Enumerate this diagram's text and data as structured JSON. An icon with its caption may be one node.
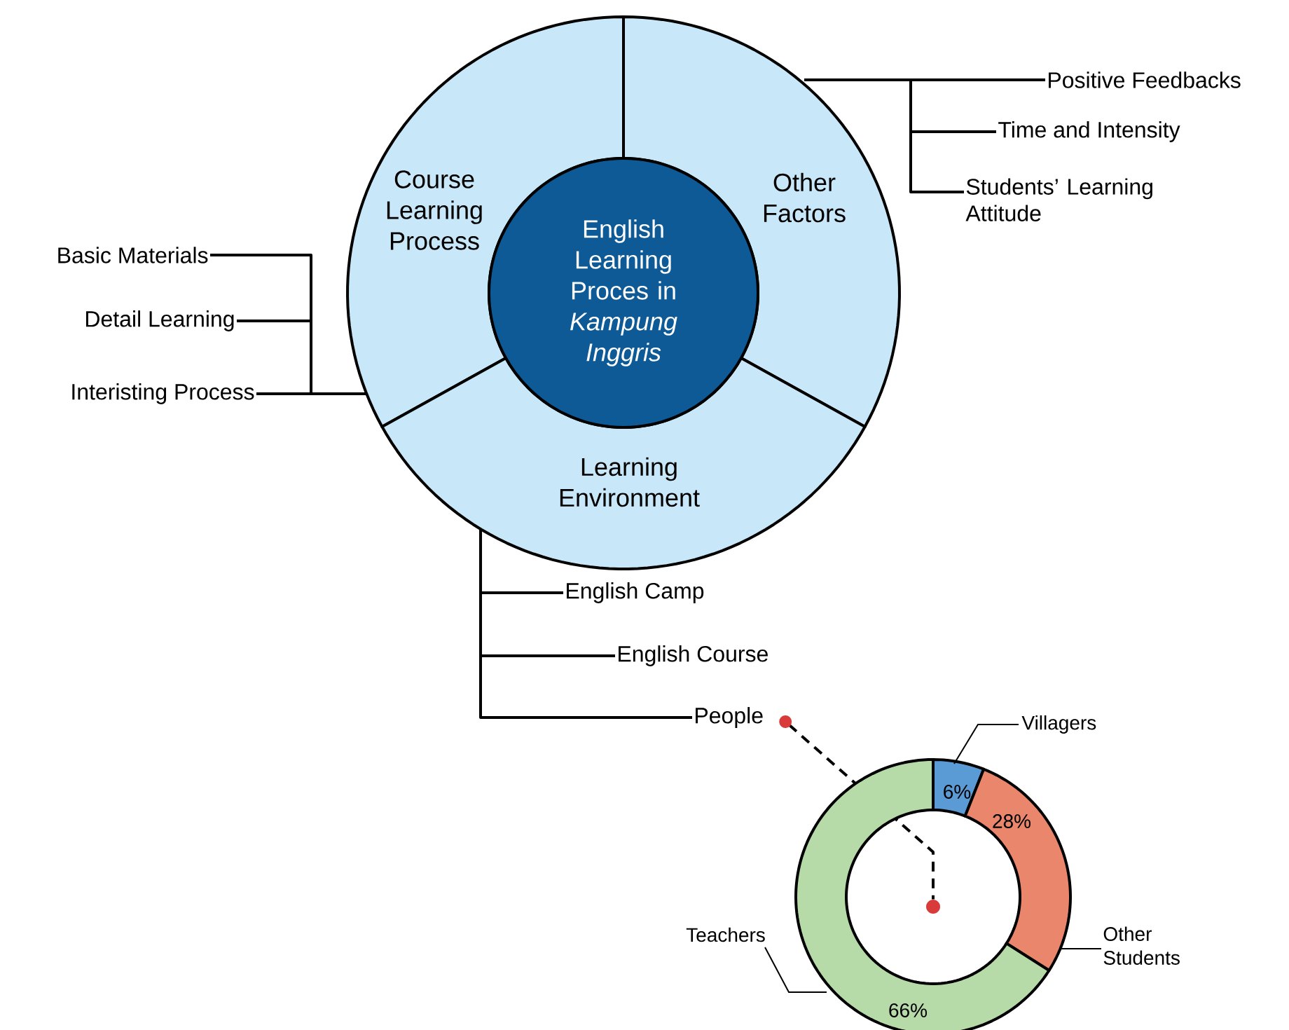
{
  "diagram": {
    "nodes": [
      {
        "text": [
          "English Learning Proces in *Kampung Inggris*"
        ]
      },
      {
        "text": [
          "Course Learning Process"
        ]
      },
      {
        "text": [
          "Other Factors"
        ]
      },
      {
        "text": [
          "Learning Environment"
        ]
      },
      {
        "text": [
          "Basic Materials"
        ]
      },
      {
        "text": [
          "Detail Learning"
        ]
      },
      {
        "text": [
          "Interisting Process"
        ]
      },
      {
        "text": [
          "Positive Feedbacks"
        ]
      },
      {
        "text": [
          "Time and Intensity"
        ]
      },
      {
        "text": [
          "Students’ Learning Attitude"
        ]
      },
      {
        "text": [
          "English Camp"
        ]
      },
      {
        "text": [
          "English Course"
        ]
      },
      {
        "text": [
          "People"
        ]
      },
      {
        "text": [],
        "shape": "circle"
      }
    ],
    "edges": [
      {
        "from": 1,
        "to": 4,
        "arrow": "none"
      },
      {
        "from": 1,
        "to": 5,
        "arrow": "none"
      },
      {
        "from": 1,
        "to": 6,
        "arrow": "none"
      },
      {
        "from": 2,
        "to": 7,
        "arrow": "none"
      },
      {
        "from": 2,
        "to": 8,
        "arrow": "none"
      },
      {
        "from": 2,
        "to": 9,
        "arrow": "none"
      },
      {
        "from": 3,
        "to": 10,
        "arrow": "none"
      },
      {
        "from": 3,
        "to": 11,
        "arrow": "none"
      },
      {
        "from": 3,
        "to": 12,
        "arrow": "none"
      },
      {
        "from": 12,
        "to": 13,
        "arrow": "other",
        "style": "dashed"
      }
    ],
    "chart_data": {
      "type": "donut",
      "categories": [
        "Villagers",
        "Other Students",
        "Teachers"
      ],
      "series": [
        {
          "values": [
            6,
            28,
            66
          ]
        }
      ],
      "value_labels": [
        "6%",
        "28%",
        "66%"
      ]
    }
  }
}
